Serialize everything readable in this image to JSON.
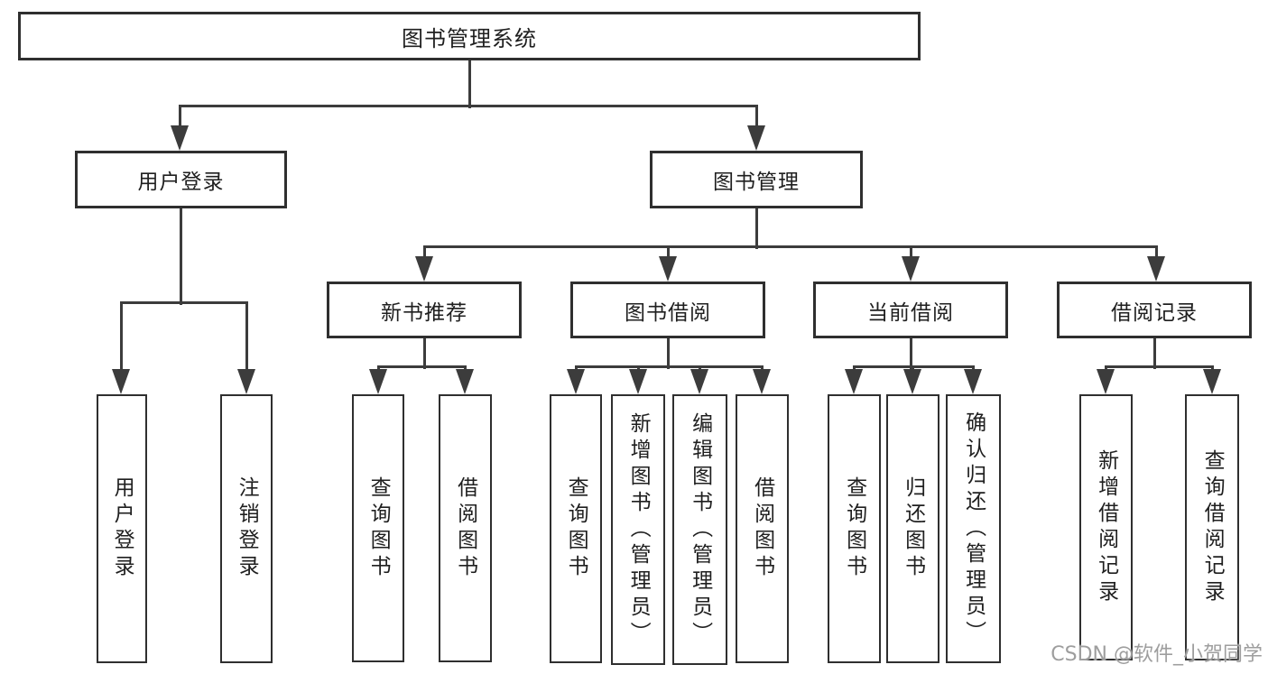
{
  "diagram_title": "图书管理系统",
  "nodes": [
    {
      "id": "root",
      "label": "图书管理系统",
      "children": [
        "user-login",
        "book-management"
      ]
    },
    {
      "id": "user-login",
      "label": "用户登录",
      "children": [
        "user-login-action",
        "logout-action"
      ]
    },
    {
      "id": "book-management",
      "label": "图书管理",
      "children": [
        "new-book-recommend",
        "book-borrowing",
        "current-borrowing",
        "borrowing-records"
      ]
    },
    {
      "id": "new-book-recommend",
      "label": "新书推荐",
      "children": [
        "query-books-a",
        "borrow-books-a"
      ]
    },
    {
      "id": "book-borrowing",
      "label": "图书借阅",
      "children": [
        "query-books-b",
        "add-books-admin",
        "edit-books-admin",
        "borrow-books-b"
      ]
    },
    {
      "id": "current-borrowing",
      "label": "当前借阅",
      "children": [
        "query-books-c",
        "return-books",
        "confirm-return-admin"
      ]
    },
    {
      "id": "borrowing-records",
      "label": "借阅记录",
      "children": [
        "add-borrow-record",
        "query-borrow-record"
      ]
    },
    {
      "id": "user-login-action",
      "label": "用户登录",
      "orientation": "vertical"
    },
    {
      "id": "logout-action",
      "label": "注销登录",
      "orientation": "vertical"
    },
    {
      "id": "query-books-a",
      "label": "查询图书",
      "orientation": "vertical"
    },
    {
      "id": "borrow-books-a",
      "label": "借阅图书",
      "orientation": "vertical"
    },
    {
      "id": "query-books-b",
      "label": "查询图书",
      "orientation": "vertical"
    },
    {
      "id": "add-books-admin",
      "label": "新增图书（管理员）",
      "orientation": "vertical"
    },
    {
      "id": "edit-books-admin",
      "label": "编辑图书（管理员）",
      "orientation": "vertical"
    },
    {
      "id": "borrow-books-b",
      "label": "借阅图书",
      "orientation": "vertical"
    },
    {
      "id": "query-books-c",
      "label": "查询图书",
      "orientation": "vertical"
    },
    {
      "id": "return-books",
      "label": "归还图书",
      "orientation": "vertical"
    },
    {
      "id": "confirm-return-admin",
      "label": "确认归还（管理员）",
      "orientation": "vertical"
    },
    {
      "id": "add-borrow-record",
      "label": "新增借阅记录",
      "orientation": "vertical"
    },
    {
      "id": "query-borrow-record",
      "label": "查询借阅记录",
      "orientation": "vertical"
    }
  ],
  "watermark": {
    "text": "CSDN @软件_小贺同学"
  },
  "colors": {
    "line": "#3c3c3c",
    "box_border": "#2f2f2f",
    "text": "#1f1f1f",
    "background": "#ffffff",
    "watermark": "#9e9e9e"
  }
}
